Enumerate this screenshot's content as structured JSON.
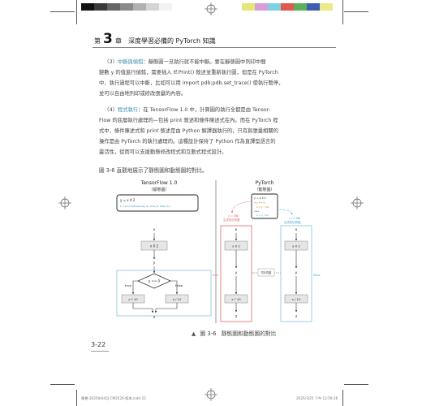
{
  "colors": {
    "teal": "#3a8fa8",
    "orange": "#c56a1c",
    "red_box": "#e26a6a",
    "blue_box": "#8bc4dc",
    "swatches_left": [
      "#111111",
      "#3a3a3a",
      "#666666",
      "#8a8a8a",
      "#b0b0b0",
      "#d4d4d4",
      "#f2f2f2"
    ],
    "swatches_right": [
      "#e5e57a",
      "#d6a0d6",
      "#7fd0e0",
      "#e0584f",
      "#5ab05a",
      "#3d5db0",
      "#ece98a"
    ]
  },
  "header": {
    "chapter_prefix": "第",
    "chapter_number": "3",
    "chapter_suffix": "章",
    "title": "深度學習必備的 PyTorch 知識"
  },
  "paragraphs": {
    "p3": {
      "l1_a": "（3）",
      "l1_term": "中斷與偵錯",
      "l1_b": "：靜態圖一旦執行就不能中斷。要在靜態圖中列印中間",
      "l2": "變數 y 的值進行偵錯，需要插入 tf.Print() 敘述並重新執行圖，但是在 PyTorch",
      "l3": "中，執行過程可以中斷，比如可以用 import pdb;pdb.set_trace() 使執行暫停，",
      "l4": "並可以自由地列印或修改張量的內容。"
    },
    "p4": {
      "l1_a": "（4）",
      "l1_term": "程式執行",
      "l1_b": "：在 TensorFlow 1.0 中，計算圖的執行全都是由 Tensor-",
      "l2": "Flow 的底層執行處理的—包括 print 敘述和條件陳述式在內。而在 PyTorch 程",
      "l3": "式中，條件陳述式和 print 敘述是由 Python 解譯器執行的，只有與張量相關的",
      "l4": "操作是由 PyTorch 的執行處理的。這種設計保持了 Python 作為直譯型語言的",
      "l5": "靈活性，從而可以支援動態修改程式和互動式程式設計。"
    }
  },
  "lede": "圖 3-6 直觀地展示了靜態圖和動態圖的對比。",
  "figure": {
    "tf_title": "TensorFlow 1.0",
    "tf_subtitle": "（靜態圖）",
    "tf_code_1": "y = x X 2",
    "tf_code_2": "z = tf.cond(tf.equal(y, 0), true_fn, false_fn)",
    "pt_title": "PyTorch",
    "pt_subtitle": "（動態圖）",
    "pt_code_1": "y = x X 2",
    "pt_code_2": "if y == 0:",
    "pt_code_3": "z = y * 10",
    "pt_code_4": "else:",
    "pt_code_5": "z = y / 10",
    "node_x": "x",
    "node_mul": "x X 2",
    "node_y": "y",
    "node_cond": "y == 0",
    "node_true": "true",
    "node_false": "false",
    "node_times": "x * 10",
    "node_div": "x / 10",
    "node_z": "z",
    "note_left_1": "y = 0時",
    "note_left_2": "生成的計算圖",
    "note_right_1": "y != 0時",
    "note_right_2": "生成的計算圖",
    "mid_label": "同計算圖",
    "side_true": "true",
    "side_false": "false"
  },
  "caption": {
    "marker": "▲",
    "label": "圖 3-6",
    "text": "靜態圖和動態圖的對比"
  },
  "page_number": "3-22",
  "footer": {
    "left": "陳譽-2025年04月 CM2526-版本.indd   22",
    "right": "2025/3/25   下午 12:59:26"
  }
}
